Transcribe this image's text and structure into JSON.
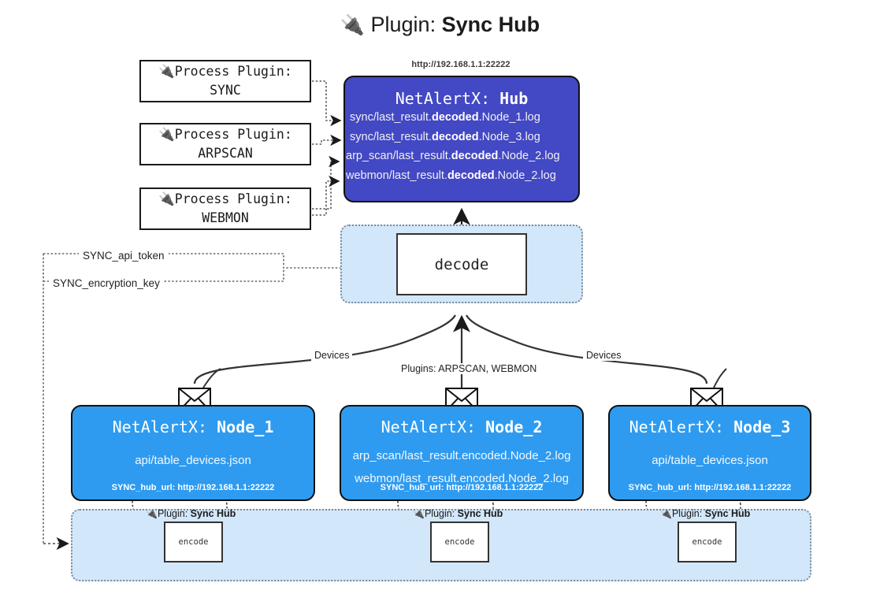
{
  "title": {
    "icon": "🔌",
    "prefix": "Plugin:",
    "name": "Sync Hub"
  },
  "process_plugins": [
    {
      "icon": "🔌",
      "line1": "Process Plugin:",
      "line2": "SYNC"
    },
    {
      "icon": "🔌",
      "line1": "Process Plugin:",
      "line2": "ARPSCAN"
    },
    {
      "icon": "🔌",
      "line1": "Process Plugin:",
      "line2": "WEBMON"
    }
  ],
  "hub": {
    "url": "http://192.168.1.1:22222",
    "title_prefix": "NetAlertX:",
    "title_name": "Hub",
    "logs": [
      {
        "pre": "sync/last_result.",
        "mid": "decoded",
        "post": ".Node_1.log"
      },
      {
        "pre": "sync/last_result.",
        "mid": "decoded",
        "post": ".Node_3.log"
      },
      {
        "pre": "arp_scan/last_result.",
        "mid": "decoded",
        "post": ".Node_2.log"
      },
      {
        "pre": "webmon/last_result.",
        "mid": "decoded",
        "post": ".Node_2.log"
      }
    ]
  },
  "decode": {
    "label": "decode"
  },
  "keys": {
    "api_token": "SYNC_api_token",
    "encryption_key": "SYNC_encryption_key"
  },
  "edges": {
    "devices_left": "Devices",
    "devices_right": "Devices",
    "plugins_middle": "Plugins: ARPSCAN, WEBMON"
  },
  "nodes": [
    {
      "title_prefix": "NetAlertX:",
      "title_name": "Node_1",
      "lines": [
        "api/table_devices.json"
      ],
      "hub_url_label": "SYNC_hub_url: http://192.168.1.1:22222",
      "icon": "envelope-icon"
    },
    {
      "title_prefix": "NetAlertX:",
      "title_name": "Node_2",
      "lines": [
        "arp_scan/last_result.encoded.Node_2.log",
        "webmon/last_result.encoded.Node_2.log"
      ],
      "hub_url_label": "SYNC_hub_url: http://192.168.1.1:22222",
      "icon": "envelope-icon"
    },
    {
      "title_prefix": "NetAlertX:",
      "title_name": "Node_3",
      "lines": [
        "api/table_devices.json"
      ],
      "hub_url_label": "SYNC_hub_url: http://192.168.1.1:22222",
      "icon": "envelope-icon"
    }
  ],
  "encoders": [
    {
      "icon": "🔌",
      "label_prefix": "Plugin:",
      "label_name": "Sync Hub",
      "box": "encode"
    },
    {
      "icon": "🔌",
      "label_prefix": "Plugin:",
      "label_name": "Sync Hub",
      "box": "encode"
    },
    {
      "icon": "🔌",
      "label_prefix": "Plugin:",
      "label_name": "Sync Hub",
      "box": "encode"
    }
  ],
  "colors": {
    "hub": "#4348c4",
    "node": "#2e9bf0",
    "container": "#d2e7fa",
    "stroke": "#111111"
  }
}
